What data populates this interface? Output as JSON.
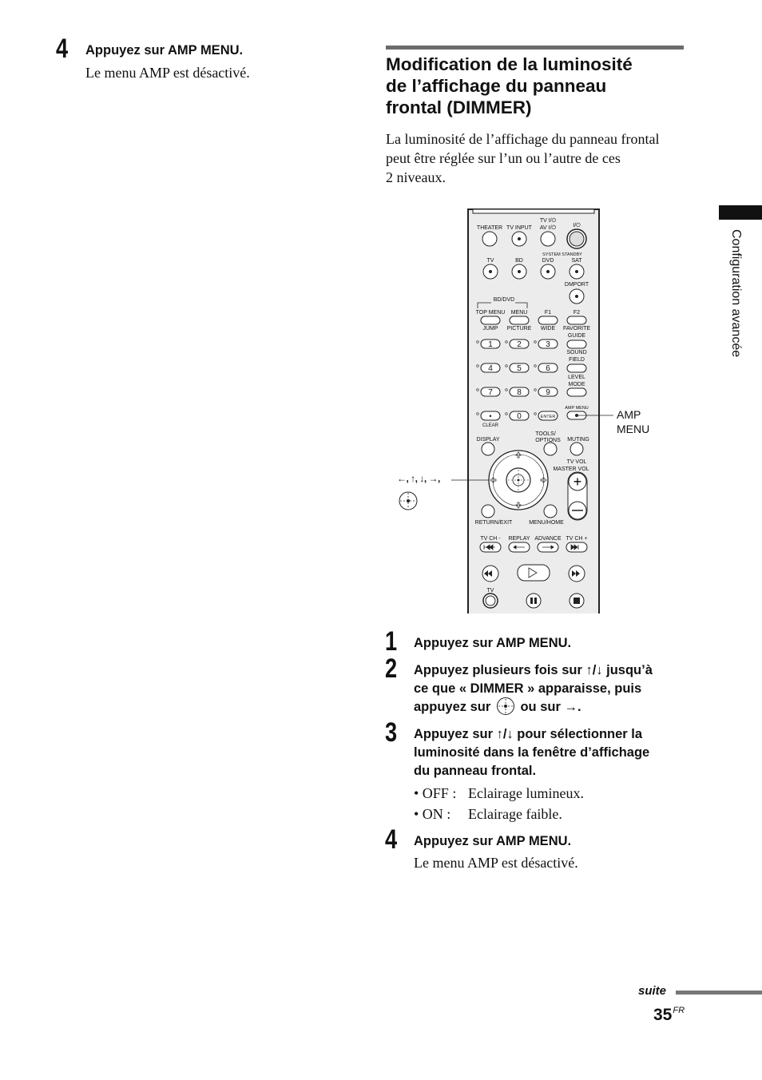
{
  "left_column": {
    "step_number": "4",
    "step_heading": "Appuyez sur AMP MENU.",
    "step_body": "Le menu AMP est désactivé."
  },
  "section": {
    "title_line1": "Modification de la luminosité",
    "title_line2": "de l’affichage du panneau",
    "title_line3": "frontal (DIMMER)",
    "intro_line1": "La luminosité de l’affichage du panneau frontal",
    "intro_line2": "peut être réglée sur l’un ou l’autre de ces",
    "intro_line3": "2 niveaux."
  },
  "figure": {
    "callout_amp_line1": "AMP",
    "callout_amp_line2": "MENU",
    "callout_arrows": "←, ↑, ↓, →,",
    "remote_labels": {
      "theater": "THEATER",
      "tv_input": "TV INPUT",
      "tv_av_power": "TV I/⏻",
      "av_power": "AV I/⏻",
      "power": "I/⏻",
      "system_standby": "SYSTEM STANDBY",
      "tv": "TV",
      "bd": "BD",
      "dvd": "DVD",
      "sat": "SAT",
      "dmport": "DMPORT",
      "bd_dvd": "BD/DVD",
      "top_menu": "TOP MENU",
      "menu": "MENU",
      "f1": "F1",
      "f2": "F2",
      "jump": "JUMP",
      "picture": "PICTURE",
      "wide": "WIDE",
      "favorite": "FAVORITE",
      "guide": "GUIDE",
      "n1": "1",
      "n2": "2",
      "n3": "3",
      "n4": "4",
      "n5": "5",
      "n6": "6",
      "n7": "7",
      "n8": "8",
      "n9": "9",
      "n0": "0",
      "sound": "SOUND",
      "field": "FIELD",
      "level": "LEVEL",
      "mode": "MODE",
      "dot": "•",
      "clear": "CLEAR",
      "enter": "ENTER",
      "amp_menu": "AMP MENU",
      "tools": "TOOLS/",
      "options": "OPTIONS",
      "display": "DISPLAY",
      "muting": "MUTING",
      "tv_vol": "TV VOL",
      "master_vol": "MASTER VOL",
      "return_exit": "RETURN/EXIT",
      "menu_home": "MENU/HOME",
      "tv_ch_minus": "TV CH -",
      "replay": "REPLAY",
      "advance": "ADVANCE",
      "tv_ch_plus": "TV CH +",
      "tv_bottom": "TV"
    }
  },
  "steps": [
    {
      "number": "1",
      "heading": "Appuyez sur AMP MENU."
    },
    {
      "number": "2",
      "heading_line1": "Appuyez plusieurs fois sur ↑/↓ jusqu’à",
      "heading_line2": "ce que « DIMMER » apparaisse, puis",
      "heading_line3_pre": "appuyez sur",
      "heading_line3_post": "ou sur →."
    },
    {
      "number": "3",
      "heading_line1": "Appuyez sur ↑/↓ pour sélectionner la",
      "heading_line2": "luminosité dans la fenêtre d’affichage",
      "heading_line3": "du panneau frontal.",
      "options": [
        {
          "key": "• OFF :",
          "text": "Eclairage lumineux."
        },
        {
          "key": "• ON :",
          "text": "Eclairage faible."
        }
      ]
    },
    {
      "number": "4",
      "heading": "Appuyez sur AMP MENU.",
      "body": "Le menu AMP est désactivé."
    }
  ],
  "side_tab": {
    "label": "Configuration avancée"
  },
  "footer": {
    "suite": "suite",
    "page_number": "35",
    "page_suffix": "FR"
  }
}
